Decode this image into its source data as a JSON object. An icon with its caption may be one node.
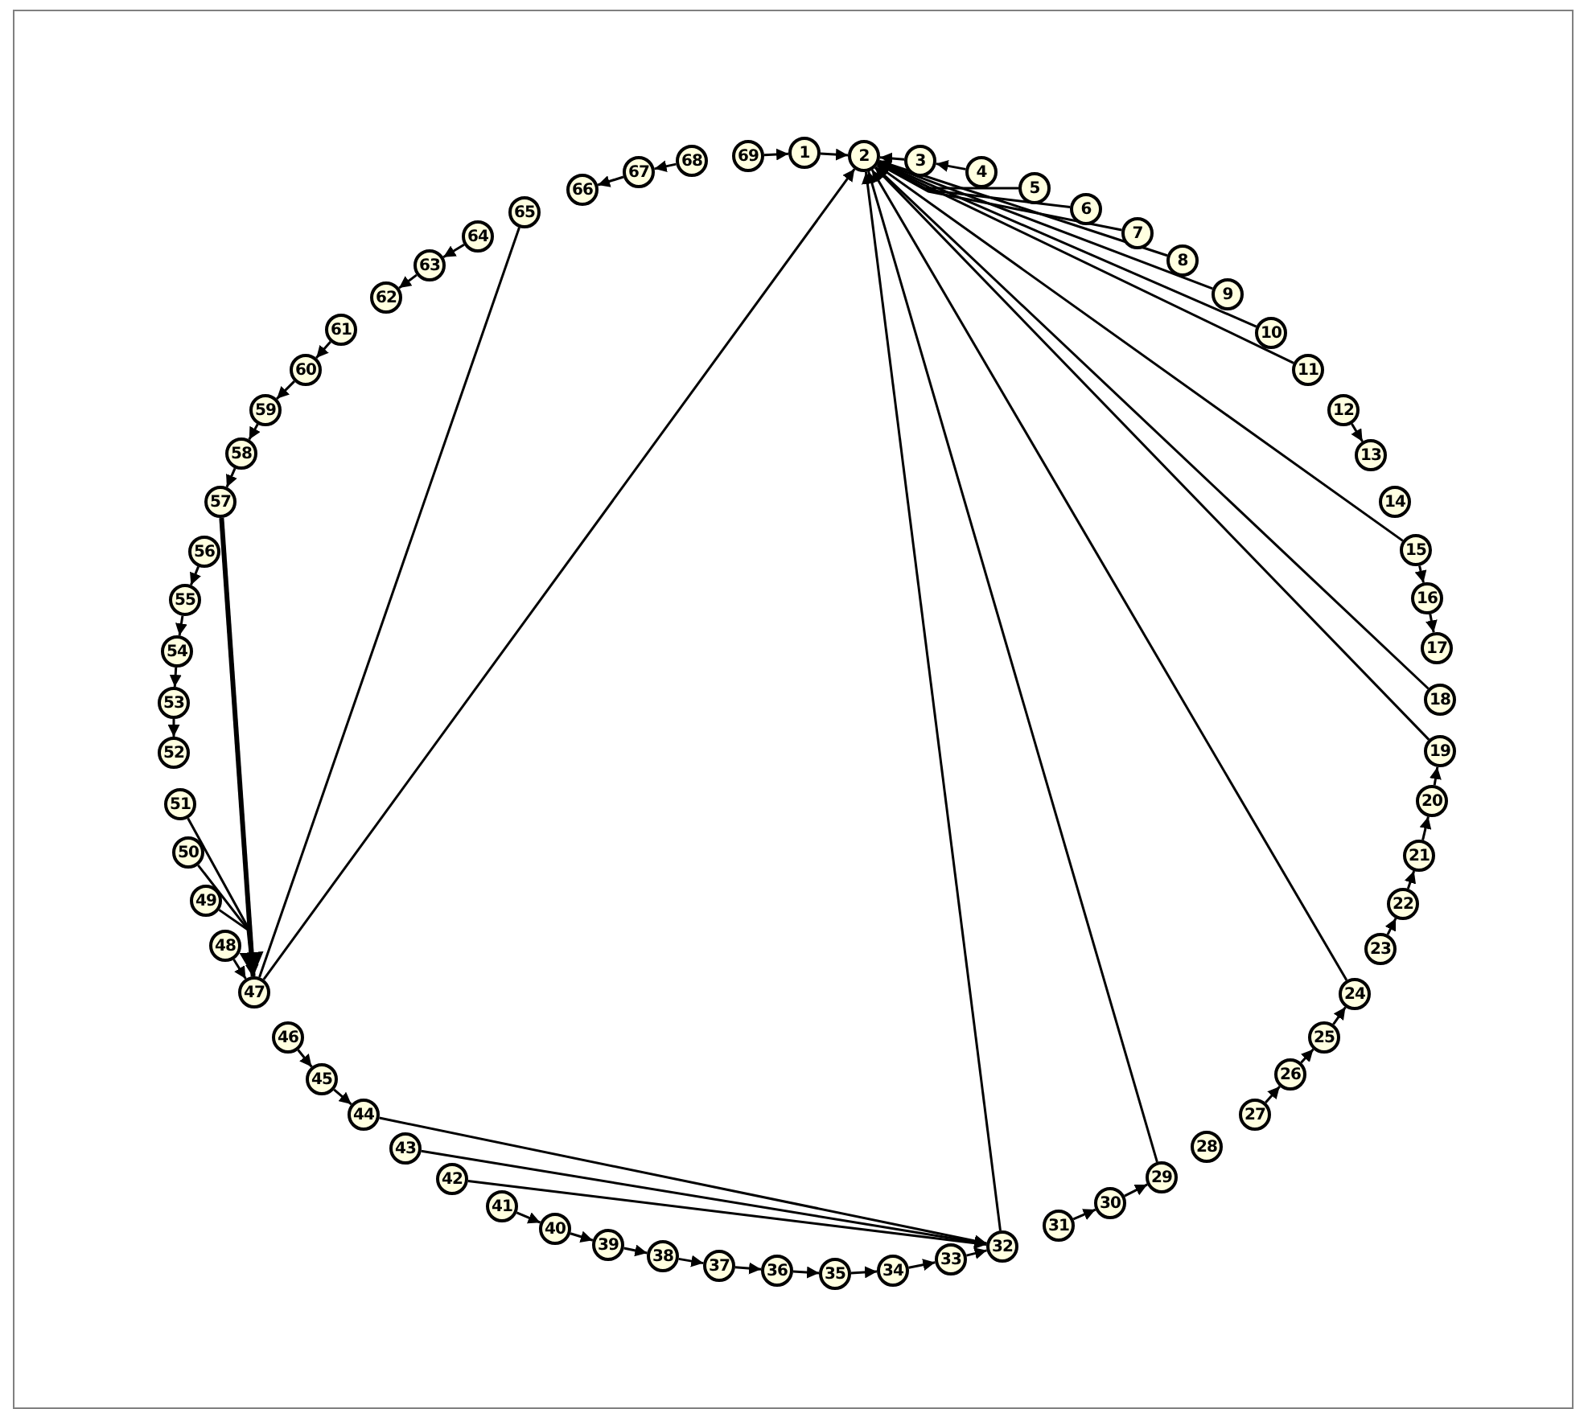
{
  "diagram": {
    "nodes": [
      {
        "text": [
          "1"
        ]
      },
      {
        "text": [
          "2"
        ]
      },
      {
        "text": [
          "3"
        ]
      },
      {
        "text": [
          "4"
        ]
      },
      {
        "text": [
          "5"
        ]
      },
      {
        "text": [
          "6"
        ]
      },
      {
        "text": [
          "7"
        ]
      },
      {
        "text": [
          "8"
        ]
      },
      {
        "text": [
          "9"
        ]
      },
      {
        "text": [
          "10"
        ]
      },
      {
        "text": [
          "11"
        ]
      },
      {
        "text": [
          "12"
        ]
      },
      {
        "text": [
          "13"
        ]
      },
      {
        "text": [
          "14"
        ]
      },
      {
        "text": [
          "15"
        ]
      },
      {
        "text": [
          "16"
        ]
      },
      {
        "text": [
          "17"
        ]
      },
      {
        "text": [
          "18"
        ]
      },
      {
        "text": [
          "19"
        ]
      },
      {
        "text": [
          "20"
        ]
      },
      {
        "text": [
          "21"
        ]
      },
      {
        "text": [
          "22"
        ]
      },
      {
        "text": [
          "23"
        ]
      },
      {
        "text": [
          "24"
        ]
      },
      {
        "text": [
          "25"
        ]
      },
      {
        "text": [
          "26"
        ]
      },
      {
        "text": [
          "27"
        ]
      },
      {
        "text": [
          "28"
        ]
      },
      {
        "text": [
          "29"
        ]
      },
      {
        "text": [
          "30"
        ]
      },
      {
        "text": [
          "31"
        ]
      },
      {
        "text": [
          "32"
        ]
      },
      {
        "text": [
          "33"
        ]
      },
      {
        "text": [
          "34"
        ]
      },
      {
        "text": [
          "35"
        ]
      },
      {
        "text": [
          "36"
        ]
      },
      {
        "text": [
          "37"
        ]
      },
      {
        "text": [
          "38"
        ]
      },
      {
        "text": [
          "39"
        ]
      },
      {
        "text": [
          "40"
        ]
      },
      {
        "text": [
          "41"
        ]
      },
      {
        "text": [
          "42"
        ]
      },
      {
        "text": [
          "43"
        ]
      },
      {
        "text": [
          "44"
        ]
      },
      {
        "text": [
          "45"
        ]
      },
      {
        "text": [
          "46"
        ]
      },
      {
        "text": [
          "47"
        ]
      },
      {
        "text": [
          "48"
        ]
      },
      {
        "text": [
          "49"
        ]
      },
      {
        "text": [
          "50"
        ]
      },
      {
        "text": [
          "51"
        ]
      },
      {
        "text": [
          "52"
        ]
      },
      {
        "text": [
          "53"
        ]
      },
      {
        "text": [
          "54"
        ]
      },
      {
        "text": [
          "55"
        ]
      },
      {
        "text": [
          "56"
        ]
      },
      {
        "text": [
          "57"
        ]
      },
      {
        "text": [
          "58"
        ]
      },
      {
        "text": [
          "59"
        ]
      },
      {
        "text": [
          "60"
        ]
      },
      {
        "text": [
          "61"
        ]
      },
      {
        "text": [
          "62"
        ]
      },
      {
        "text": [
          "63"
        ]
      },
      {
        "text": [
          "64"
        ]
      },
      {
        "text": [
          "65"
        ]
      },
      {
        "text": [
          "66"
        ]
      },
      {
        "text": [
          "67"
        ]
      },
      {
        "text": [
          "68"
        ]
      },
      {
        "text": [
          "69"
        ]
      }
    ],
    "edges": [
      {
        "from": 68,
        "to": 0,
        "arrow": "to"
      },
      {
        "from": 0,
        "to": 1,
        "arrow": "to"
      },
      {
        "from": 2,
        "to": 1,
        "arrow": "to"
      },
      {
        "from": 3,
        "to": 2,
        "arrow": "to"
      },
      {
        "from": 4,
        "to": 1,
        "arrow": "to"
      },
      {
        "from": 5,
        "to": 1,
        "arrow": "to"
      },
      {
        "from": 6,
        "to": 1,
        "arrow": "to"
      },
      {
        "from": 7,
        "to": 1,
        "arrow": "to"
      },
      {
        "from": 8,
        "to": 1,
        "arrow": "to"
      },
      {
        "from": 9,
        "to": 1,
        "arrow": "to"
      },
      {
        "from": 10,
        "to": 1,
        "arrow": "to"
      },
      {
        "from": 14,
        "to": 1,
        "arrow": "to"
      },
      {
        "from": 17,
        "to": 1,
        "arrow": "to"
      },
      {
        "from": 18,
        "to": 1,
        "arrow": "to"
      },
      {
        "from": 23,
        "to": 1,
        "arrow": "to"
      },
      {
        "from": 28,
        "to": 1,
        "arrow": "to"
      },
      {
        "from": 31,
        "to": 1,
        "arrow": "to"
      },
      {
        "from": 46,
        "to": 1,
        "arrow": "to"
      },
      {
        "from": 11,
        "to": 12,
        "arrow": "to"
      },
      {
        "from": 14,
        "to": 15,
        "arrow": "to"
      },
      {
        "from": 15,
        "to": 16,
        "arrow": "to"
      },
      {
        "from": 19,
        "to": 18,
        "arrow": "to"
      },
      {
        "from": 20,
        "to": 19,
        "arrow": "to"
      },
      {
        "from": 21,
        "to": 20,
        "arrow": "to"
      },
      {
        "from": 22,
        "to": 21,
        "arrow": "to"
      },
      {
        "from": 24,
        "to": 23,
        "arrow": "to"
      },
      {
        "from": 25,
        "to": 24,
        "arrow": "to"
      },
      {
        "from": 26,
        "to": 25,
        "arrow": "to"
      },
      {
        "from": 29,
        "to": 28,
        "arrow": "to"
      },
      {
        "from": 30,
        "to": 29,
        "arrow": "to"
      },
      {
        "from": 32,
        "to": 31,
        "arrow": "to"
      },
      {
        "from": 33,
        "to": 32,
        "arrow": "to"
      },
      {
        "from": 34,
        "to": 33,
        "arrow": "to"
      },
      {
        "from": 35,
        "to": 34,
        "arrow": "to"
      },
      {
        "from": 36,
        "to": 35,
        "arrow": "to"
      },
      {
        "from": 37,
        "to": 36,
        "arrow": "to"
      },
      {
        "from": 38,
        "to": 37,
        "arrow": "to"
      },
      {
        "from": 39,
        "to": 38,
        "arrow": "to"
      },
      {
        "from": 40,
        "to": 39,
        "arrow": "to"
      },
      {
        "from": 41,
        "to": 31,
        "arrow": "to"
      },
      {
        "from": 42,
        "to": 31,
        "arrow": "to"
      },
      {
        "from": 43,
        "to": 31,
        "arrow": "to"
      },
      {
        "from": 44,
        "to": 43,
        "arrow": "to"
      },
      {
        "from": 45,
        "to": 44,
        "arrow": "to"
      },
      {
        "from": 47,
        "to": 46,
        "arrow": "to"
      },
      {
        "from": 48,
        "to": 46,
        "arrow": "to"
      },
      {
        "from": 49,
        "to": 46,
        "arrow": "to"
      },
      {
        "from": 50,
        "to": 46,
        "arrow": "to"
      },
      {
        "from": 56,
        "to": 46,
        "arrow": "to",
        "style": "thick"
      },
      {
        "from": 64,
        "to": 46,
        "arrow": "none"
      },
      {
        "from": 55,
        "to": 54,
        "arrow": "to"
      },
      {
        "from": 54,
        "to": 53,
        "arrow": "to"
      },
      {
        "from": 53,
        "to": 52,
        "arrow": "to"
      },
      {
        "from": 52,
        "to": 51,
        "arrow": "to"
      },
      {
        "from": 57,
        "to": 56,
        "arrow": "to"
      },
      {
        "from": 58,
        "to": 57,
        "arrow": "to"
      },
      {
        "from": 59,
        "to": 58,
        "arrow": "to"
      },
      {
        "from": 60,
        "to": 59,
        "arrow": "to"
      },
      {
        "from": 62,
        "to": 61,
        "arrow": "to"
      },
      {
        "from": 63,
        "to": 62,
        "arrow": "to"
      },
      {
        "from": 66,
        "to": 65,
        "arrow": "to"
      },
      {
        "from": 67,
        "to": 66,
        "arrow": "to"
      }
    ]
  }
}
